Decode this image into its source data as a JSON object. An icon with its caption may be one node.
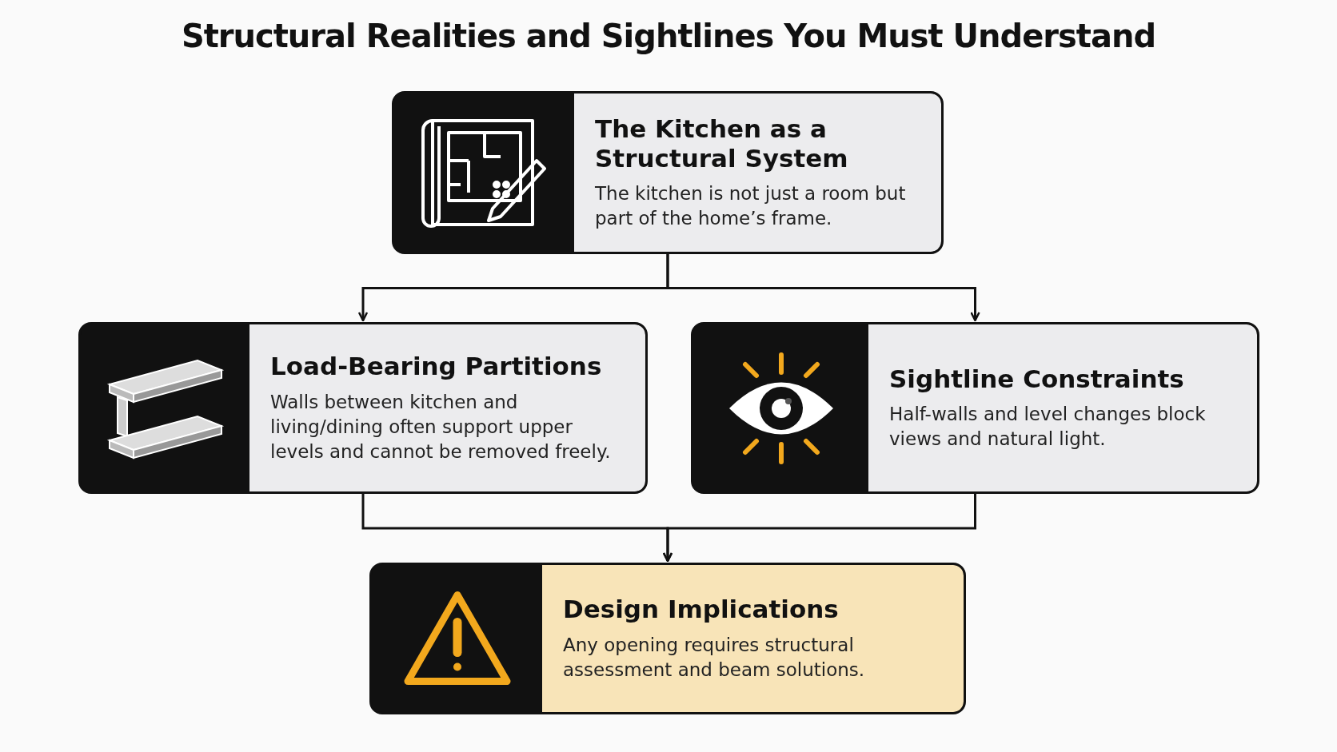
{
  "diagram": {
    "title": "Structural Realities and Sightlines You Must Understand",
    "nodes": [
      {
        "text": [
          "The Kitchen as a Structural System",
          "The kitchen is not just a room but part of the home’s frame."
        ]
      },
      {
        "text": [
          "Load-Bearing Partitions",
          "Walls between kitchen and living/dining often support upper levels and cannot be removed freely."
        ]
      },
      {
        "text": [
          "Sightline Constraints",
          "Half-walls and level changes block views and natural light."
        ]
      },
      {
        "text": [
          "Design Implications",
          "Any opening requires structural assessment and beam solutions."
        ]
      }
    ],
    "edges": [
      {
        "from": 0,
        "to": 1,
        "arrow": "to"
      },
      {
        "from": 0,
        "to": 2,
        "arrow": "to"
      },
      {
        "from": 1,
        "to": 3,
        "arrow": "to"
      },
      {
        "from": 2,
        "to": 3,
        "arrow": "to"
      }
    ]
  }
}
